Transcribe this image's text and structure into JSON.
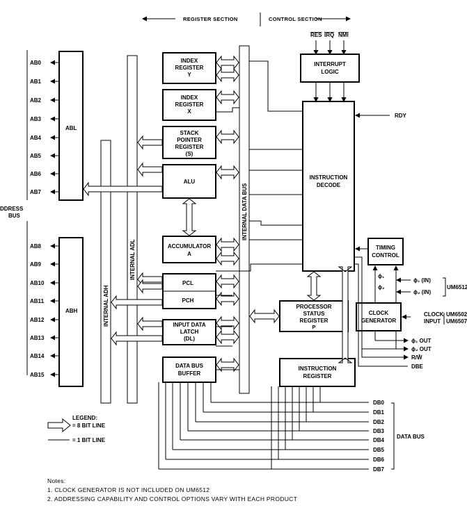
{
  "header": {
    "register_section": "REGISTER SECTION",
    "control_section": "CONTROL SECTION"
  },
  "address_bus": {
    "label_line1": "DDRESS",
    "label_line2": "BUS",
    "abl": "ABL",
    "abh": "ABH",
    "low_lines": [
      "AB0",
      "AB1",
      "AB2",
      "AB3",
      "AB4",
      "AB5",
      "AB6",
      "AB7"
    ],
    "high_lines": [
      "AB8",
      "AB9",
      "AB10",
      "AB11",
      "AB12",
      "AB13",
      "AB14",
      "AB15"
    ]
  },
  "internal_buses": {
    "adh": "INTERNAL ADH",
    "adl": "INTERNAL ADL",
    "data_bus": "INTERNAL DATA BUS"
  },
  "blocks": {
    "index_y": [
      "INDEX",
      "REGISTER",
      "Y"
    ],
    "index_x": [
      "INDEX",
      "REGISTER",
      "X"
    ],
    "stack_pointer": [
      "STACK",
      "POINTER",
      "REGISTER",
      "(S)"
    ],
    "alu": [
      "ALU"
    ],
    "accumulator": [
      "ACCUMULATOR",
      "A"
    ],
    "pcl": [
      "PCL"
    ],
    "pch": [
      "PCH"
    ],
    "input_latch": [
      "INPUT DATA",
      "LATCH",
      "(DL)"
    ],
    "data_bus_buffer": [
      "DATA BUS",
      "BUFFER"
    ],
    "interrupt_logic": [
      "INTERRUPT",
      "LOGIC"
    ],
    "instruction_decode": [
      "INSTRUCTION",
      "DECODE"
    ],
    "timing_control": [
      "TIMING",
      "CONTROL"
    ],
    "processor_status": [
      "PROCESSOR",
      "STATUS",
      "REGISTER",
      "P"
    ],
    "clock_generator": [
      "CLOCK",
      "GENERATOR"
    ],
    "instruction_register": [
      "INSTRUCTION",
      "REGISTER"
    ]
  },
  "signals": {
    "interrupts": [
      "RES",
      "IRQ",
      "NMI"
    ],
    "rdy": "RDY",
    "phi1_in": "ϕ₁ (IN)",
    "phi2_in": "ϕ₂ (IN)",
    "um6512": "UM6512",
    "phi1": "ϕ₁",
    "phi2": "ϕ₂",
    "clock_input_line1": "CLOCK",
    "clock_input_line2": "INPUT",
    "um6502": "UM6502",
    "um6507": "UM6507",
    "phi1_out": "ϕ₁ OUT",
    "phi2_out": "ϕ₂ OUT",
    "rw": "R/W̄",
    "dbe": "DBE"
  },
  "data_bus": {
    "lines": [
      "DB0",
      "DB1",
      "DB2",
      "DB3",
      "DB4",
      "DB5",
      "DB6",
      "DB7"
    ],
    "label": "DATA BUS"
  },
  "legend": {
    "title": "LEGEND:",
    "eight_bit": "= 8 BIT LINE",
    "one_bit": "= 1 BIT LINE"
  },
  "notes": {
    "title": "Notes:",
    "items": [
      "1.  CLOCK GENERATOR IS NOT INCLUDED ON UM6512",
      "2.  ADDRESSING CAPABILITY AND CONTROL OPTIONS VARY WITH EACH PRODUCT"
    ]
  }
}
